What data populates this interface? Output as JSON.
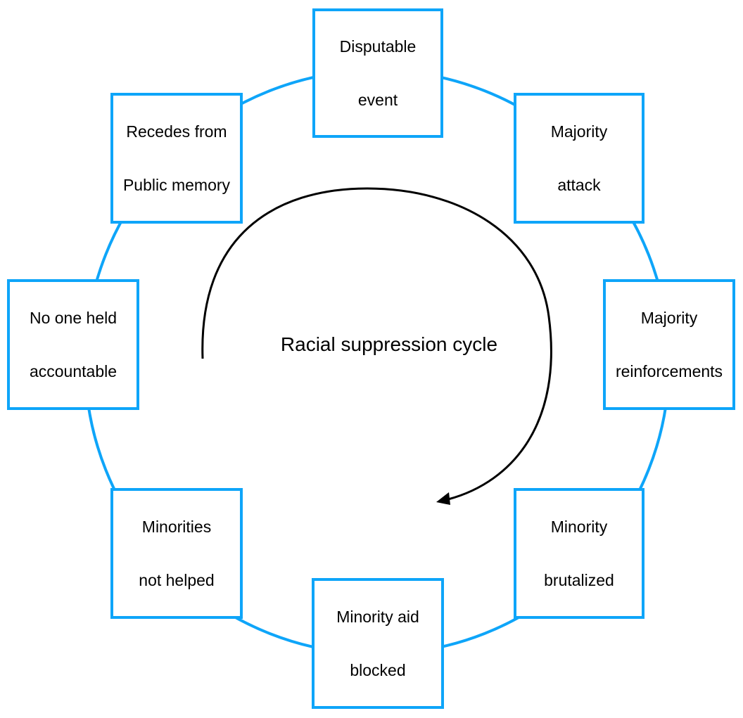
{
  "diagram": {
    "title": "Racial suppression cycle",
    "ring_color": "#0ea5f9",
    "arrow_color": "#000000",
    "nodes": [
      {
        "id": "disputable-event",
        "line1": "Disputable",
        "line2": "event"
      },
      {
        "id": "majority-attack",
        "line1": "Majority",
        "line2": "attack"
      },
      {
        "id": "majority-reinforcements",
        "line1": "Majority",
        "line2": "reinforcements"
      },
      {
        "id": "minority-brutalized",
        "line1": "Minority",
        "line2": "brutalized"
      },
      {
        "id": "minority-aid-blocked",
        "line1": "Minority aid",
        "line2": "blocked"
      },
      {
        "id": "minorities-not-helped",
        "line1": "Minorities",
        "line2": "not helped"
      },
      {
        "id": "no-one-held-accountable",
        "line1": "No one held",
        "line2": "accountable"
      },
      {
        "id": "recedes-from-public-memory",
        "line1": "Recedes from",
        "line2": "Public memory"
      }
    ]
  }
}
